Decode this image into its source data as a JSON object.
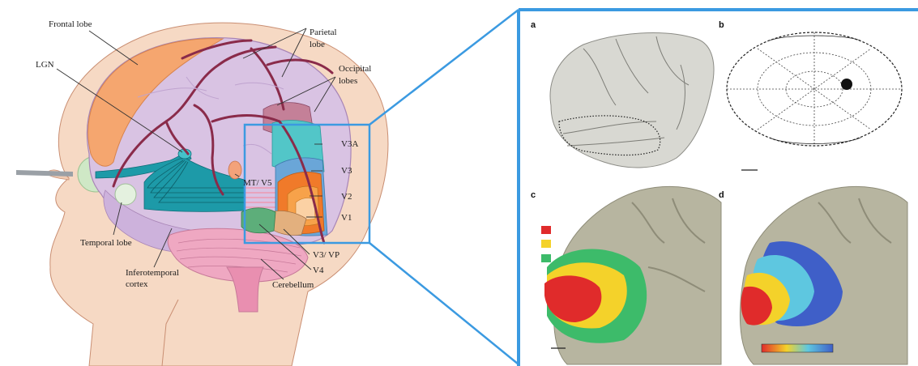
{
  "left_labels": {
    "frontal_lobe": "Frontal lobe",
    "parietal_lobe_1": "Parietal",
    "parietal_lobe_2": "lobe",
    "occipital_lobes_1": "Occipital",
    "occipital_lobes_2": "lobes",
    "lgn": "LGN",
    "v3a": "V3A",
    "v3": "V3",
    "v2": "V2",
    "v1": "V1",
    "mt_v5": "MT/ V5",
    "temporal_lobe": "Temporal lobe",
    "inferotemporal_1": "Inferotemporal",
    "inferotemporal_2": "cortex",
    "v3_vp": "V3/ VP",
    "v4": "V4",
    "cerebellum": "Cerebellum"
  },
  "right_panels": {
    "a": "a",
    "b": "b",
    "c": "c",
    "d": "d"
  },
  "colors": {
    "callout_blue": "#3b9ae1",
    "brain_purple": "#d9c3e3",
    "frontal_orange": "#f5a66f",
    "skin": "#f6d9c4",
    "optic_teal": "#1d9aa8",
    "vessel": "#8a2b4a",
    "v1_orange": "#f07a2a",
    "v2_orange": "#f7a24a",
    "v3_blue": "#6aa6d8",
    "v3a_cyan": "#52c6c8",
    "v4_green": "#5dae7a",
    "legend_red": "#e02b2b",
    "legend_yellow": "#f4d22a",
    "legend_green": "#3dbb6a"
  }
}
